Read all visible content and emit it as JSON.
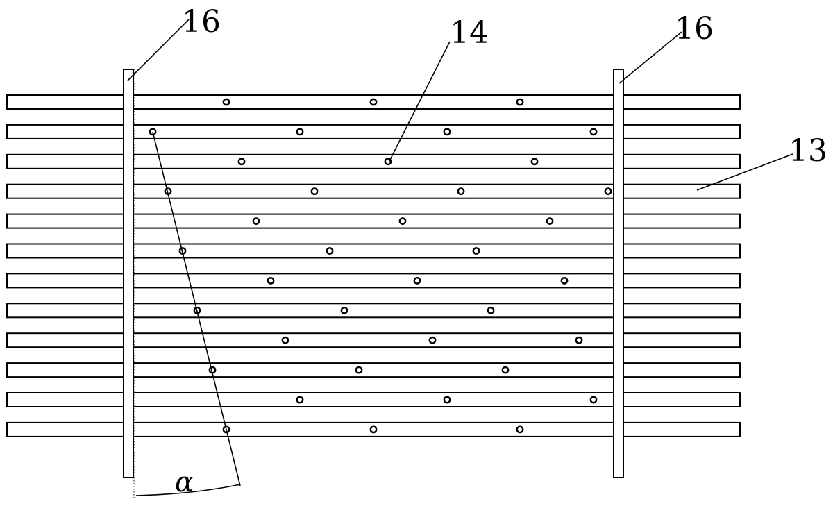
{
  "labels": {
    "left_post": "16",
    "right_post": "16",
    "hole": "14",
    "bar": "13",
    "angle": "α"
  },
  "components": {
    "post": {
      "ref": "16",
      "count": 2
    },
    "bar": {
      "ref": "13",
      "count": 12
    },
    "hole": {
      "ref": "14"
    }
  },
  "colors": {
    "stroke": "#000000",
    "fill": "#ffffff"
  }
}
